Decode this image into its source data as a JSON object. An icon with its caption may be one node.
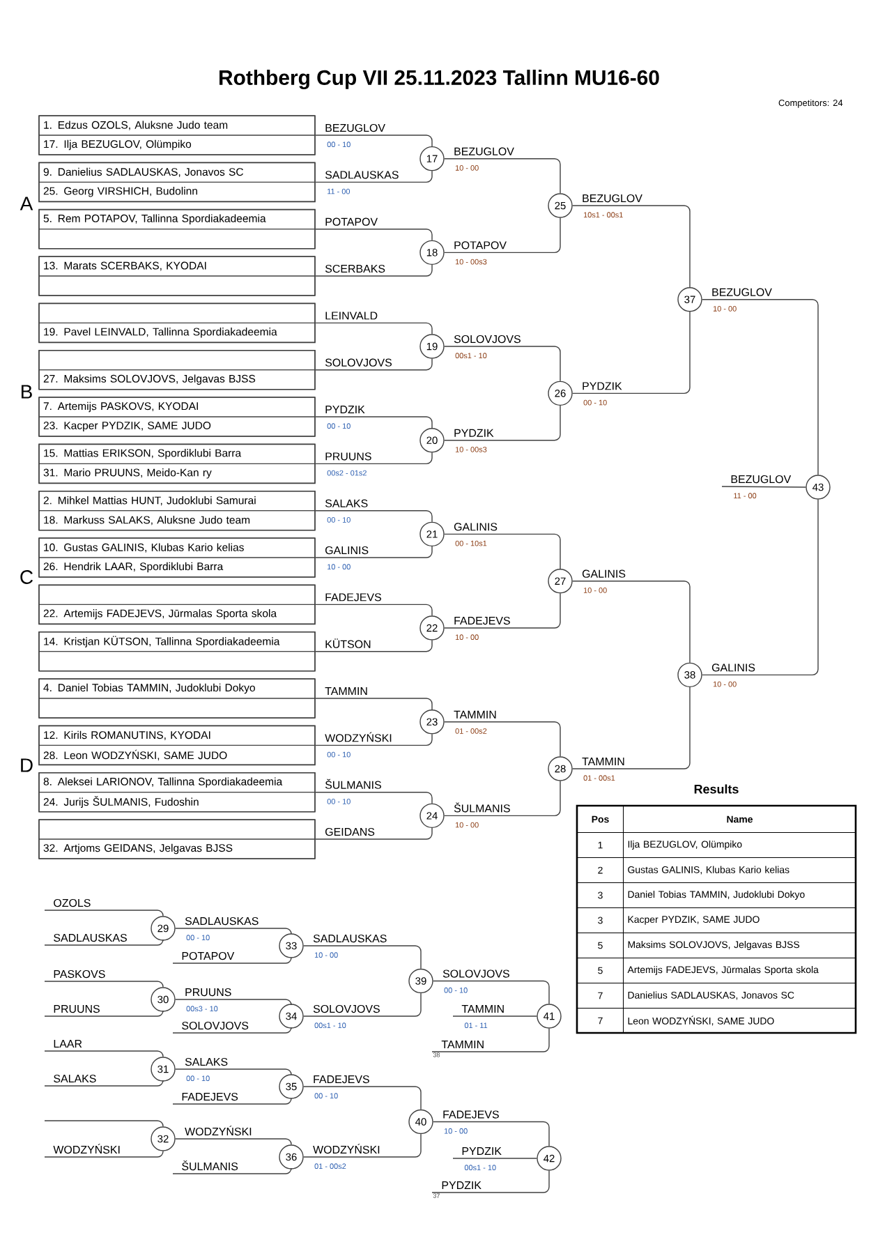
{
  "diagram": {
    "title": "Rothberg Cup VII 25.11.2023 Tallinn MU16-60",
    "nodes": [
      {
        "text": [],
        "shape": "box",
        "beside": [
          "00 - 10"
        ]
      },
      {
        "text": [
          "1. Edzus OZOLS, Aluksne Judo team"
        ],
        "in": 0
      },
      {
        "text": [
          "17. Ilja BEZUGLOV, Olümpiko"
        ],
        "in": 0
      },
      {
        "text": [],
        "shape": "box",
        "beside": [
          "11 - 00"
        ]
      },
      {
        "text": [
          "9. Danielius SADLAUSKAS, Jonavos SC"
        ],
        "in": 3
      },
      {
        "text": [
          "25. Georg VIRSHICH, Budolinn"
        ],
        "in": 3
      },
      {
        "text": [],
        "shape": "box"
      },
      {
        "text": [
          "5. Rem POTAPOV, Tallinna Spordiakadeemia"
        ],
        "in": 6
      },
      {
        "text": [],
        "shape": "box",
        "in": 6
      },
      {
        "text": [],
        "shape": "box"
      },
      {
        "text": [
          "13. Marats SCERBAKS, KYODAI"
        ],
        "in": 9
      },
      {
        "text": [],
        "shape": "box",
        "in": 9
      },
      {
        "text": [],
        "shape": "box"
      },
      {
        "text": [],
        "shape": "box",
        "in": 12
      },
      {
        "text": [
          "19. Pavel LEINVALD, Tallinna Spordiakadeemia"
        ],
        "in": 12
      },
      {
        "text": [],
        "shape": "box"
      },
      {
        "text": [],
        "shape": "box",
        "in": 15
      },
      {
        "text": [
          "27. Maksims SOLOVJOVS, Jelgavas BJSS"
        ],
        "in": 15
      },
      {
        "text": [],
        "shape": "box",
        "beside": [
          "00 - 10"
        ]
      },
      {
        "text": [
          "7. Artemijs PASKOVS, KYODAI"
        ],
        "in": 18
      },
      {
        "text": [
          "23. Kacper PYDZIK, SAME JUDO"
        ],
        "in": 18
      },
      {
        "text": [],
        "shape": "box",
        "beside": [
          "00s2 - 01s2"
        ]
      },
      {
        "text": [
          "15. Mattias ERIKSON, Spordiklubi Barra"
        ],
        "in": 21
      },
      {
        "text": [
          "31. Mario PRUUNS, Meido-Kan ry"
        ],
        "in": 21
      },
      {
        "text": [],
        "shape": "box",
        "beside": [
          "00 - 10"
        ]
      },
      {
        "text": [
          "2. Mihkel Mattias HUNT, Judoklubi Samurai"
        ],
        "in": 24
      },
      {
        "text": [
          "18. Markuss SALAKS, Aluksne Judo team"
        ],
        "in": 24
      },
      {
        "text": [],
        "shape": "box",
        "beside": [
          "10 - 00"
        ]
      },
      {
        "text": [
          "10. Gustas GALINIS, Klubas Kario kelias"
        ],
        "in": 27
      },
      {
        "text": [
          "26. Hendrik LAAR, Spordiklubi Barra"
        ],
        "in": 27
      },
      {
        "text": [],
        "shape": "box"
      },
      {
        "text": [],
        "shape": "box",
        "in": 30
      },
      {
        "text": [
          "22. Artemijs FADEJEVS, Jūrmalas Sporta skola"
        ],
        "in": 30
      },
      {
        "text": [],
        "shape": "box"
      },
      {
        "text": [
          "14. Kristjan KÜTSON, Tallinna Spordiakadeemia"
        ],
        "in": 33
      },
      {
        "text": [],
        "shape": "box",
        "in": 33
      },
      {
        "text": [],
        "shape": "box"
      },
      {
        "text": [
          "4. Daniel Tobias TAMMIN, Judoklubi Dokyo"
        ],
        "in": 36
      },
      {
        "text": [],
        "shape": "box",
        "in": 36
      },
      {
        "text": [],
        "shape": "box",
        "beside": [
          "00 - 10"
        ]
      },
      {
        "text": [
          "12. Kirils ROMANUTINS, KYODAI"
        ],
        "in": 39
      },
      {
        "text": [
          "28. Leon WODZYŃSKI, SAME JUDO"
        ],
        "in": 39
      },
      {
        "text": [],
        "shape": "box",
        "beside": [
          "00 - 10"
        ]
      },
      {
        "text": [
          "8. Aleksei LARIONOV, Tallinna Spordiakadeemia"
        ],
        "in": 42
      },
      {
        "text": [
          "24. Jurijs ŠULMANIS, Fudoshin"
        ],
        "in": 42
      },
      {
        "text": [],
        "shape": "box"
      },
      {
        "text": [],
        "shape": "box",
        "in": 45
      },
      {
        "text": [
          "32. Artjoms GEIDANS, Jelgavas BJSS"
        ],
        "in": 45
      },
      {
        "text": [
          "17"
        ],
        "beside": [
          "10 - 00"
        ]
      },
      {
        "text": [
          "18"
        ],
        "beside": [
          "10 - 00s3"
        ]
      },
      {
        "text": [
          "19"
        ],
        "beside": [
          "00s1 - 10"
        ]
      },
      {
        "text": [
          "20"
        ],
        "beside": [
          "10 - 00s3"
        ]
      },
      {
        "text": [
          "21"
        ],
        "beside": [
          "00 - 10s1"
        ]
      },
      {
        "text": [
          "22"
        ],
        "beside": [
          "10 - 00"
        ]
      },
      {
        "text": [
          "23"
        ],
        "beside": [
          "01 - 00s2"
        ]
      },
      {
        "text": [
          "24"
        ],
        "beside": [
          "10 - 00"
        ]
      },
      {
        "text": [
          "25"
        ],
        "beside": [
          "10s1 - 00s1"
        ]
      },
      {
        "text": [
          "26"
        ],
        "beside": [
          "00 - 10"
        ]
      },
      {
        "text": [
          "27"
        ],
        "beside": [
          "10 - 00"
        ]
      },
      {
        "text": [
          "28"
        ],
        "beside": [
          "01 - 00s1"
        ]
      },
      {
        "text": [
          "29"
        ],
        "beside": [
          "00 - 10"
        ]
      },
      {
        "text": [
          "30"
        ],
        "beside": [
          "00s3 - 10"
        ]
      },
      {
        "text": [
          "31"
        ],
        "beside": [
          "00 - 10"
        ]
      },
      {
        "text": [
          "32"
        ]
      },
      {
        "text": [
          "33"
        ],
        "beside": [
          "10 - 00"
        ]
      },
      {
        "text": [
          "34"
        ],
        "beside": [
          "00s1 - 10"
        ]
      },
      {
        "text": [
          "35"
        ],
        "beside": [
          "00 - 10"
        ]
      },
      {
        "text": [
          "36"
        ],
        "beside": [
          "01 - 00s2"
        ]
      },
      {
        "text": [
          "37"
        ],
        "beside": [
          "10 - 00"
        ]
      },
      {
        "text": [
          "38"
        ],
        "beside": [
          "10 - 00"
        ]
      },
      {
        "text": [
          "39"
        ],
        "beside": [
          "00 - 10"
        ]
      },
      {
        "text": [
          "40"
        ],
        "beside": [
          "10 - 00"
        ]
      },
      {
        "text": [
          "41"
        ]
      },
      {
        "text": [
          "42"
        ]
      },
      {
        "text": [
          "43"
        ]
      },
      {
        "text": [
          "38"
        ]
      },
      {
        "text": [
          "37"
        ]
      }
    ],
    "edges": [
      {
        "from": 0,
        "to": 48,
        "arrow": "none",
        "label": "BEZUGLOV"
      },
      {
        "from": 3,
        "to": 48,
        "arrow": "none",
        "label": "SADLAUSKAS"
      },
      {
        "from": 6,
        "to": 49,
        "arrow": "none",
        "label": "POTAPOV"
      },
      {
        "from": 9,
        "to": 49,
        "arrow": "none",
        "label": "SCERBAKS"
      },
      {
        "from": 12,
        "to": 50,
        "arrow": "none",
        "label": "LEINVALD"
      },
      {
        "from": 15,
        "to": 50,
        "arrow": "none",
        "label": "SOLOVJOVS"
      },
      {
        "from": 18,
        "to": 51,
        "arrow": "none",
        "label": "PYDZIK"
      },
      {
        "from": 21,
        "to": 51,
        "arrow": "none",
        "label": "PRUUNS"
      },
      {
        "from": 24,
        "to": 52,
        "arrow": "none",
        "label": "SALAKS"
      },
      {
        "from": 27,
        "to": 52,
        "arrow": "none",
        "label": "GALINIS"
      },
      {
        "from": 30,
        "to": 53,
        "arrow": "none",
        "label": "FADEJEVS"
      },
      {
        "from": 33,
        "to": 53,
        "arrow": "none",
        "label": "KÜTSON"
      },
      {
        "from": 36,
        "to": 54,
        "arrow": "none",
        "label": "TAMMIN"
      },
      {
        "from": 39,
        "to": 54,
        "arrow": "none",
        "label": "WODZYŃSKI"
      },
      {
        "from": 42,
        "to": 55,
        "arrow": "none",
        "label": "ŠULMANIS"
      },
      {
        "from": 45,
        "to": 55,
        "arrow": "none",
        "label": "GEIDANS"
      },
      {
        "from": 48,
        "to": 56,
        "arrow": "none",
        "label": "BEZUGLOV"
      },
      {
        "from": 49,
        "to": 56,
        "arrow": "none",
        "label": "POTAPOV"
      },
      {
        "from": 50,
        "to": 57,
        "arrow": "none",
        "label": "SOLOVJOVS"
      },
      {
        "from": 51,
        "to": 57,
        "arrow": "none",
        "label": "PYDZIK"
      },
      {
        "from": 52,
        "to": 58,
        "arrow": "none",
        "label": "GALINIS"
      },
      {
        "from": 53,
        "to": 58,
        "arrow": "none",
        "label": "FADEJEVS"
      },
      {
        "from": 54,
        "to": 59,
        "arrow": "none",
        "label": "TAMMIN"
      },
      {
        "from": 55,
        "to": 59,
        "arrow": "none",
        "label": "ŠULMANIS"
      },
      {
        "from": 56,
        "to": 68,
        "arrow": "none",
        "label": "BEZUGLOV"
      },
      {
        "from": 57,
        "to": 68,
        "arrow": "none",
        "label": "PYDZIK"
      },
      {
        "from": 58,
        "to": 69,
        "arrow": "none",
        "label": "GALINIS"
      },
      {
        "from": 59,
        "to": 69,
        "arrow": "none",
        "label": "TAMMIN"
      },
      {
        "from": 68,
        "to": 74,
        "arrow": "none",
        "label": "BEZUGLOV"
      },
      {
        "from": 69,
        "to": 74,
        "arrow": "none",
        "label": "GALINIS"
      },
      {
        "from": 74,
        "to": null,
        "arrow": "none",
        "label": "BEZUGLOV"
      },
      {
        "from": null,
        "to": 60,
        "arrow": "none",
        "label": "OZOLS"
      },
      {
        "from": null,
        "to": 60,
        "arrow": "none",
        "label": "SADLAUSKAS"
      },
      {
        "from": null,
        "to": 61,
        "arrow": "none",
        "label": "PASKOVS"
      },
      {
        "from": null,
        "to": 61,
        "arrow": "none",
        "label": "PRUUNS"
      },
      {
        "from": null,
        "to": 62,
        "arrow": "none",
        "label": "LAAR"
      },
      {
        "from": null,
        "to": 62,
        "arrow": "none",
        "label": "SALAKS"
      },
      {
        "from": null,
        "to": 63,
        "arrow": "none"
      },
      {
        "from": null,
        "to": 63,
        "arrow": "none",
        "label": "WODZYŃSKI"
      },
      {
        "from": 60,
        "to": 64,
        "arrow": "none",
        "label": "SADLAUSKAS"
      },
      {
        "from": null,
        "to": 64,
        "arrow": "none",
        "label": "POTAPOV"
      },
      {
        "from": 61,
        "to": 65,
        "arrow": "none",
        "label": "PRUUNS"
      },
      {
        "from": null,
        "to": 65,
        "arrow": "none",
        "label": "SOLOVJOVS"
      },
      {
        "from": 62,
        "to": 66,
        "arrow": "none",
        "label": "SALAKS"
      },
      {
        "from": null,
        "to": 66,
        "arrow": "none",
        "label": "FADEJEVS"
      },
      {
        "from": 63,
        "to": 67,
        "arrow": "none",
        "label": "WODZYŃSKI"
      },
      {
        "from": null,
        "to": 67,
        "arrow": "none",
        "label": "ŠULMANIS"
      },
      {
        "from": 64,
        "to": 70,
        "arrow": "none",
        "label": "SADLAUSKAS"
      },
      {
        "from": 65,
        "to": 70,
        "arrow": "none",
        "label": "SOLOVJOVS"
      },
      {
        "from": 66,
        "to": 71,
        "arrow": "none",
        "label": "FADEJEVS"
      },
      {
        "from": 67,
        "to": 71,
        "arrow": "none",
        "label": "WODZYŃSKI"
      },
      {
        "from": 70,
        "to": 72,
        "arrow": "none",
        "label": "SOLOVJOVS"
      },
      {
        "from": 72,
        "to": null,
        "arrow": "none",
        "label": "TAMMIN"
      },
      {
        "from": 75,
        "to": 72,
        "arrow": "none",
        "label": "TAMMIN"
      },
      {
        "from": 71,
        "to": 73,
        "arrow": "none",
        "label": "FADEJEVS"
      },
      {
        "from": 73,
        "to": null,
        "arrow": "none",
        "label": "PYDZIK"
      },
      {
        "from": 76,
        "to": 73,
        "arrow": "none",
        "label": "PYDZIK"
      }
    ],
    "labels": [
      "Competitors: 24",
      "A",
      "B",
      "C",
      "D",
      "Results",
      "Pos",
      "Name",
      "1",
      "Ilja BEZUGLOV, Olümpiko",
      "2",
      "Gustas GALINIS, Klubas Kario kelias",
      "3",
      "Daniel Tobias TAMMIN, Judoklubi Dokyo",
      "3",
      "Kacper PYDZIK, SAME JUDO",
      "5",
      "Maksims SOLOVJOVS, Jelgavas BJSS",
      "5",
      "Artemijs FADEJEVS, Jūrmalas Sporta skola",
      "7",
      "Danielius SADLAUSKAS, Jonavos SC",
      "7",
      "Leon WODZYŃSKI, SAME JUDO",
      "11 - 00",
      "01 - 11",
      "00s1 - 10"
    ]
  }
}
